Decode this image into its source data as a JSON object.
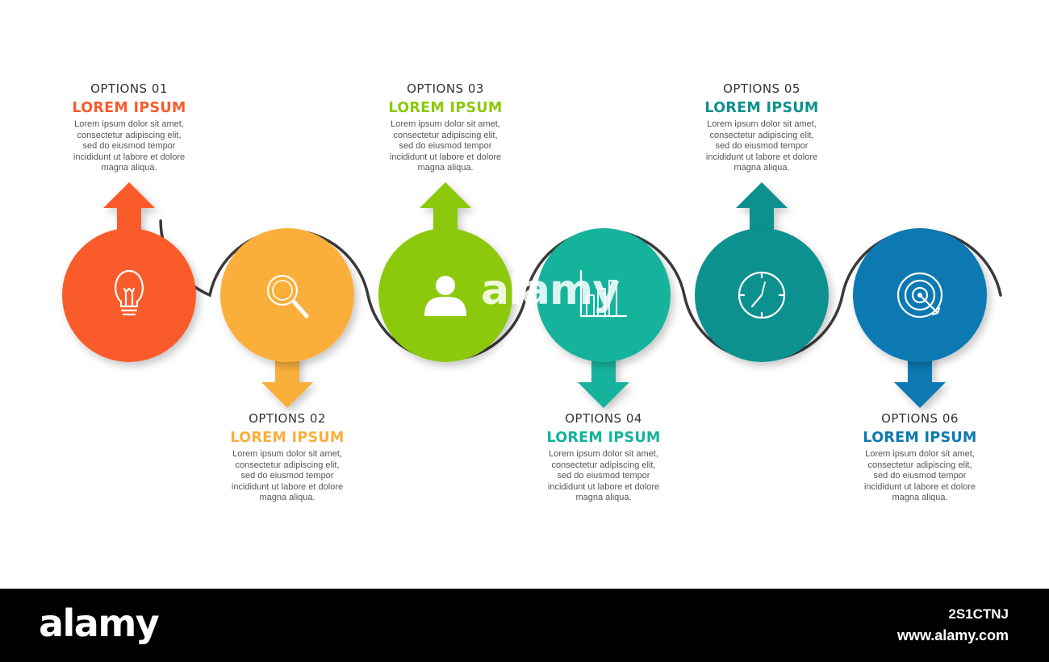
{
  "steps": [
    {
      "option": "OPTIONS 01",
      "heading": "LOREM IPSUM",
      "body": [
        "Lorem ipsum dolor sit amet,",
        "consectetur adipiscing elit,",
        "sed do eiusmod tempor",
        "incididunt ut labore et dolore",
        "magna aliqua."
      ],
      "color": "#F95B2C",
      "icon": "lightbulb-icon",
      "arrow": "up"
    },
    {
      "option": "OPTIONS 02",
      "heading": "LOREM IPSUM",
      "body": [
        "Lorem ipsum dolor sit amet,",
        "consectetur adipiscing elit,",
        "sed do eiusmod tempor",
        "incididunt ut labore et dolore",
        "magna aliqua."
      ],
      "color": "#FBAF3A",
      "icon": "magnifier-icon",
      "arrow": "down"
    },
    {
      "option": "OPTIONS 03",
      "heading": "LOREM IPSUM",
      "body": [
        "Lorem ipsum dolor sit amet,",
        "consectetur adipiscing elit,",
        "sed do eiusmod tempor",
        "incididunt ut labore et dolore",
        "magna aliqua."
      ],
      "color": "#8CC90A",
      "icon": "user-icon",
      "arrow": "up"
    },
    {
      "option": "OPTIONS 04",
      "heading": "LOREM IPSUM",
      "body": [
        "Lorem ipsum dolor sit amet,",
        "consectetur adipiscing elit,",
        "sed do eiusmod tempor",
        "incididunt ut labore et dolore",
        "magna aliqua."
      ],
      "color": "#12B39C",
      "icon": "bar-chart-icon",
      "arrow": "down"
    },
    {
      "option": "OPTIONS 05",
      "heading": "LOREM IPSUM",
      "body": [
        "Lorem ipsum dolor sit amet,",
        "consectetur adipiscing elit,",
        "sed do eiusmod tempor",
        "incididunt ut labore et dolore",
        "magna aliqua."
      ],
      "color": "#0E918E",
      "icon": "stopwatch-icon",
      "arrow": "up"
    },
    {
      "option": "OPTIONS 06",
      "heading": "LOREM IPSUM",
      "body": [
        "Lorem ipsum dolor sit amet,",
        "consectetur adipiscing elit,",
        "sed do eiusmod tempor",
        "incididunt ut labore et dolore",
        "magna aliqua."
      ],
      "color": "#0A79B2",
      "icon": "target-icon",
      "arrow": "down"
    }
  ],
  "connector_color": "#3A3A3A",
  "watermark": "alamy",
  "footer": {
    "brand": "alamy",
    "image_id": "2S1CTNJ",
    "url": "www.alamy.com"
  }
}
